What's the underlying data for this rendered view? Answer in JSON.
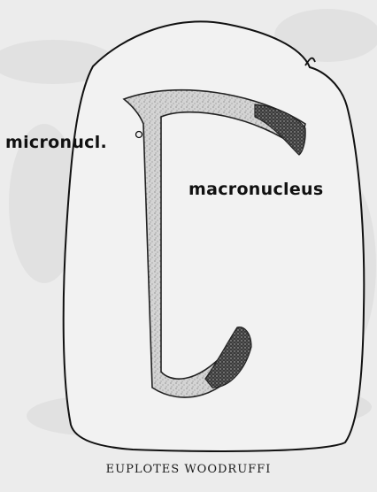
{
  "labels": {
    "micronucleus": "micronucl.",
    "macronucleus": "macronucleus"
  },
  "caption": "EUPLOTES WOODRUFFI"
}
